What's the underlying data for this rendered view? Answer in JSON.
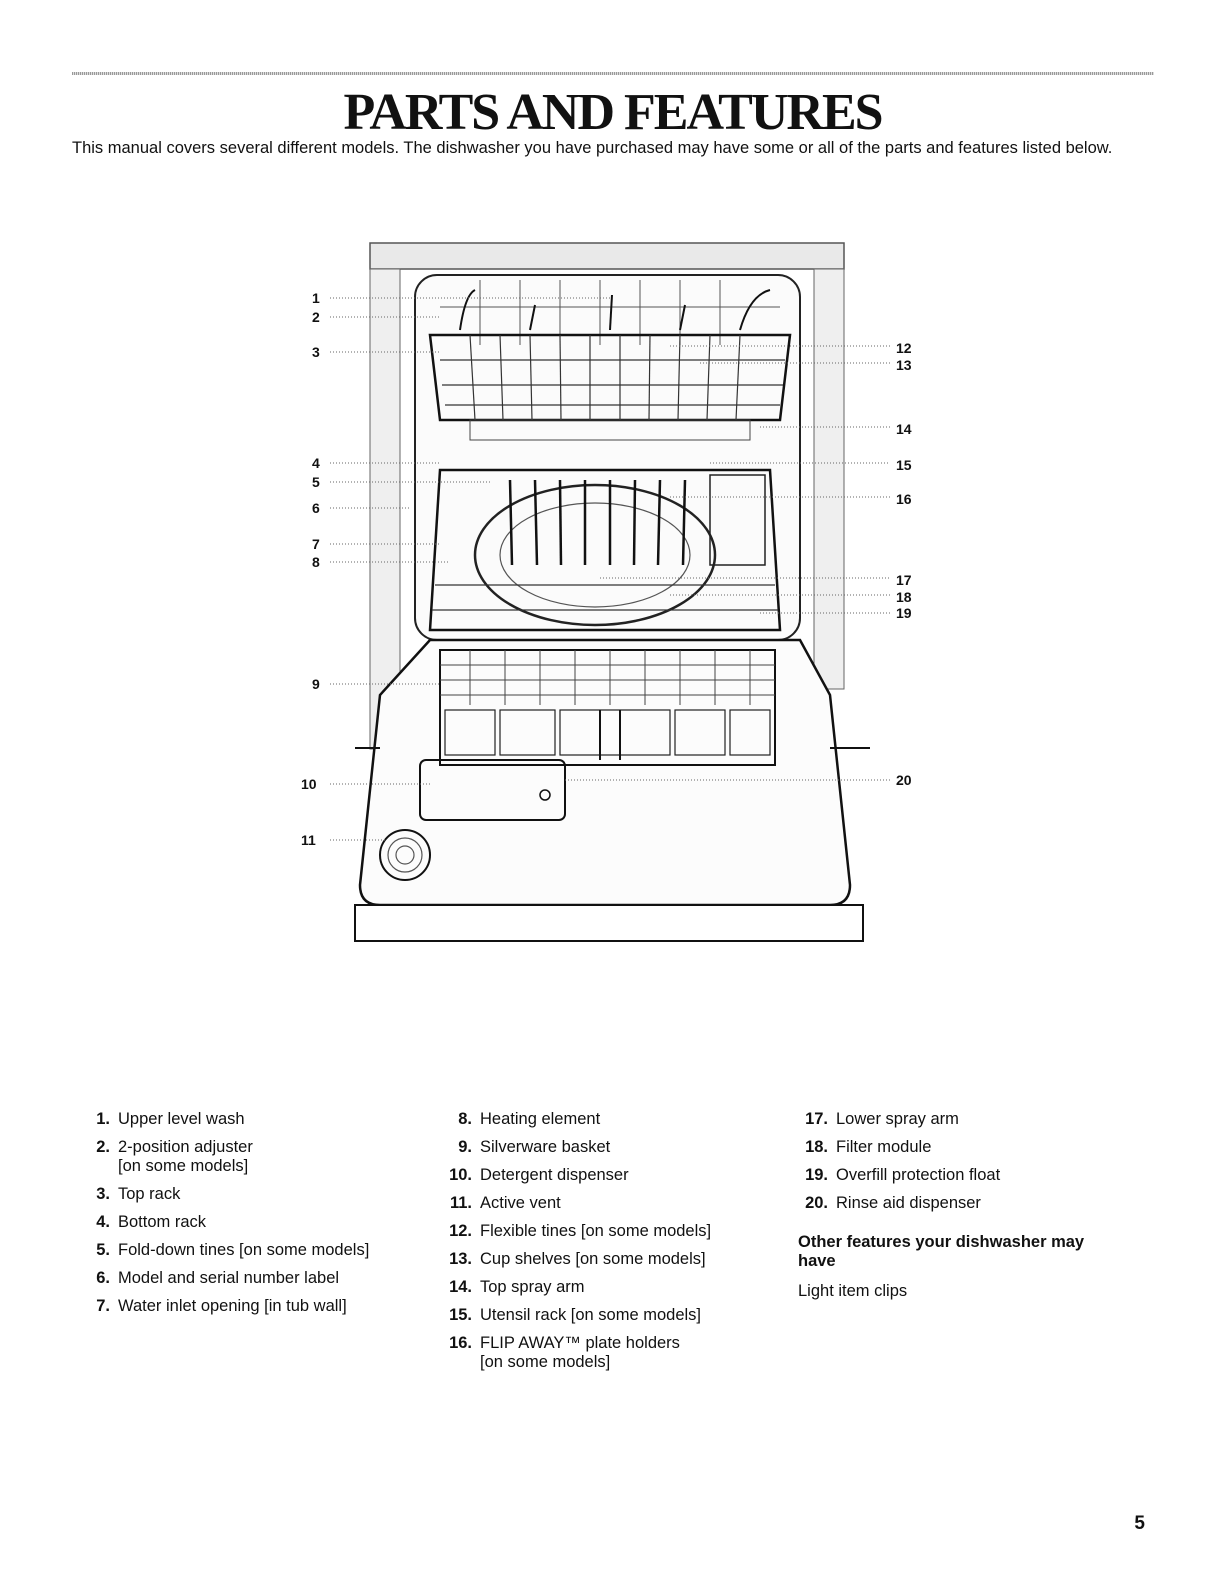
{
  "title": "PARTS AND FEATURES",
  "intro": "This manual covers several different models. The dishwasher you have purchased may have some or all of the parts and features listed below.",
  "diagram": {
    "callouts_left": [
      "1",
      "2",
      "3",
      "4",
      "5",
      "6",
      "7",
      "8",
      "9",
      "10",
      "11"
    ],
    "callouts_right": [
      "12",
      "13",
      "14",
      "15",
      "16",
      "17",
      "18",
      "19",
      "20"
    ]
  },
  "parts_col1": [
    {
      "num": "1.",
      "text": "Upper level wash"
    },
    {
      "num": "2.",
      "text": "2-position adjuster",
      "sub": "[on some models]"
    },
    {
      "num": "3.",
      "text": "Top rack"
    },
    {
      "num": "4.",
      "text": "Bottom rack"
    },
    {
      "num": "5.",
      "text": "Fold-down tines [on some models]"
    },
    {
      "num": "6.",
      "text": "Model and serial number label"
    },
    {
      "num": "7.",
      "text": "Water inlet opening [in tub wall]"
    }
  ],
  "parts_col2": [
    {
      "num": "8.",
      "text": "Heating element"
    },
    {
      "num": "9.",
      "text": "Silverware basket"
    },
    {
      "num": "10.",
      "text": "Detergent dispenser"
    },
    {
      "num": "11.",
      "text": "Active vent"
    },
    {
      "num": "12.",
      "text": "Flexible tines [on some models]"
    },
    {
      "num": "13.",
      "text": "Cup shelves [on some models]"
    },
    {
      "num": "14.",
      "text": "Top spray arm"
    },
    {
      "num": "15.",
      "text": "Utensil rack [on some models]"
    },
    {
      "num": "16.",
      "text": "FLIP AWAY™ plate holders",
      "sub": "[on some models]"
    }
  ],
  "parts_col3": [
    {
      "num": "17.",
      "text": "Lower spray arm"
    },
    {
      "num": "18.",
      "text": "Filter module"
    },
    {
      "num": "19.",
      "text": "Overfill protection float"
    },
    {
      "num": "20.",
      "text": "Rinse aid dispenser"
    }
  ],
  "other": {
    "heading": "Other features your dishwasher may have",
    "item": "Light item clips"
  },
  "page_number": "5"
}
